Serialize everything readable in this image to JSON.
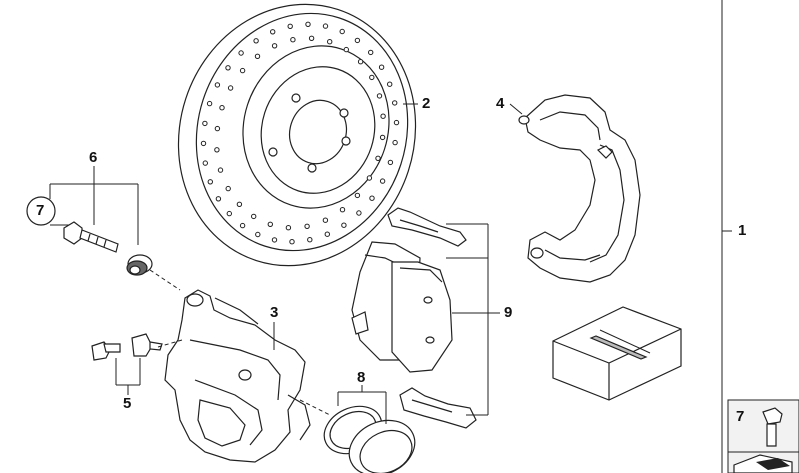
{
  "diagram": {
    "callouts": {
      "c1": "1",
      "c2": "2",
      "c3": "3",
      "c4": "4",
      "c5": "5",
      "c6": "6",
      "c7": "7",
      "c8": "8",
      "c9": "9",
      "c7b": "7"
    }
  },
  "colors": {
    "line": "#222222",
    "fill": "#ffffff",
    "shade": "#e8e8e8",
    "panel_bg": "#f2f2f2"
  }
}
